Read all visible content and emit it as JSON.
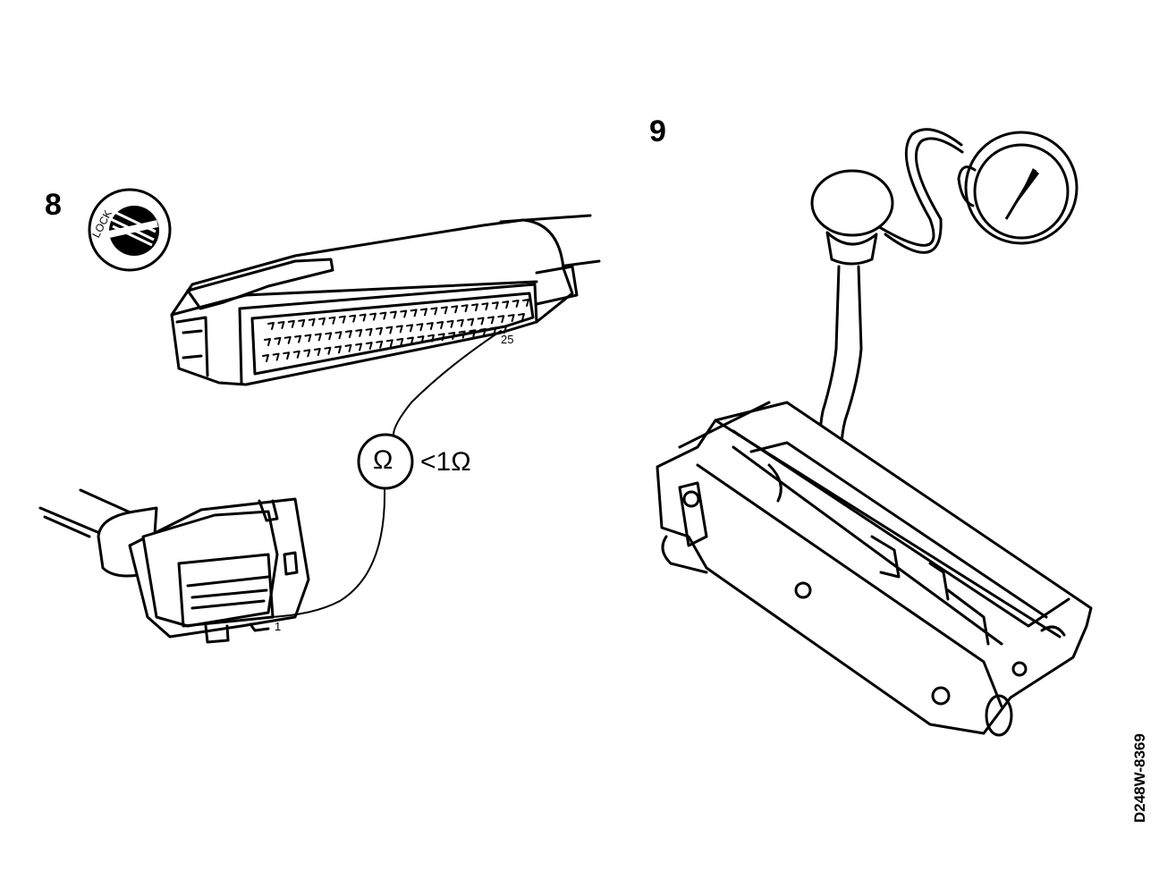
{
  "steps": {
    "step8": "8",
    "step9": "9"
  },
  "connector": {
    "lock_label": "LOCK",
    "pin_high": "25",
    "pin_low": "1"
  },
  "meter": {
    "symbol": "Ω",
    "reading": "<1Ω"
  },
  "reference_code": "D248W-8369"
}
